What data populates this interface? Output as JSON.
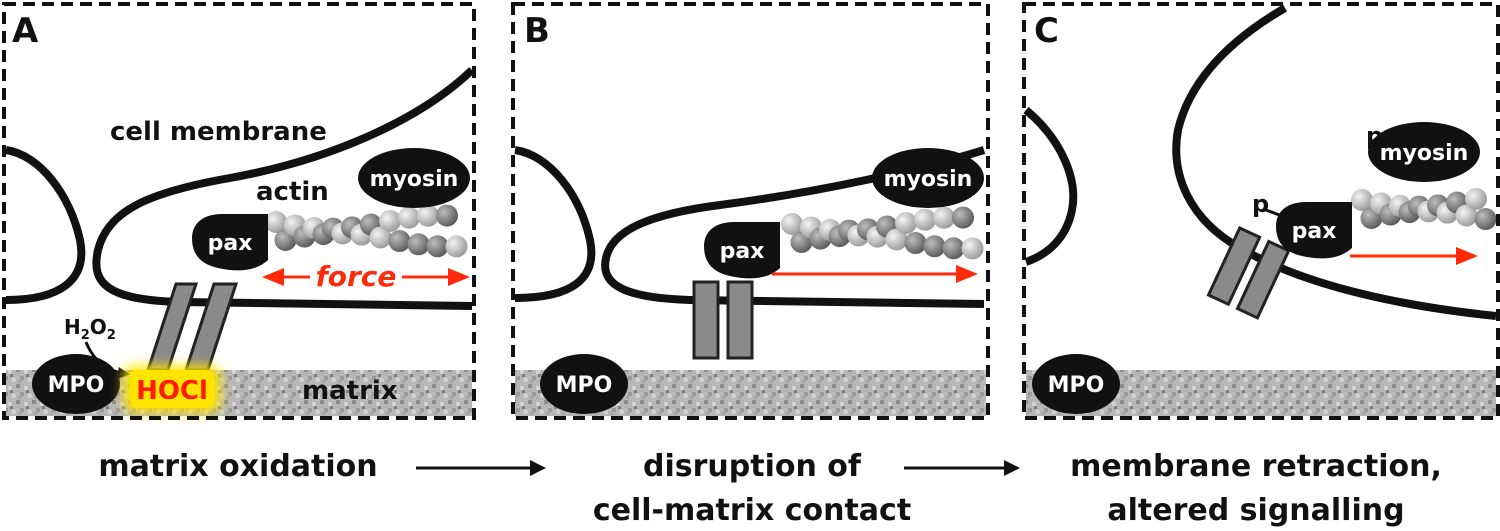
{
  "panels": [
    {
      "letter": "A",
      "labels": {
        "membrane": "cell membrane",
        "actin": "actin",
        "myosin": "myosin",
        "pax": "pax",
        "force": "force",
        "h2o2": "H2O2",
        "mpo": "MPO",
        "hocl": "HOCl",
        "matrix": "matrix"
      }
    },
    {
      "letter": "B",
      "labels": {
        "myosin": "myosin",
        "pax": "pax",
        "mpo": "MPO"
      }
    },
    {
      "letter": "C",
      "labels": {
        "myosin": "myosin",
        "pax": "pax",
        "mpo": "MPO",
        "phospho_myosin": "p",
        "phospho_pax": "p"
      }
    }
  ],
  "captions": {
    "a_line1": "matrix oxidation",
    "b_line1": "disruption of",
    "b_line2": "cell-matrix contact",
    "c_line1": "membrane retraction,",
    "c_line2": "altered signalling"
  },
  "colors": {
    "force_arrow": "#ff2a0a",
    "hocl_glow": "#ffe400",
    "hocl_text": "#ff1a00",
    "integrin": "#8a8a8a",
    "matrix": "#b4b4b4"
  }
}
